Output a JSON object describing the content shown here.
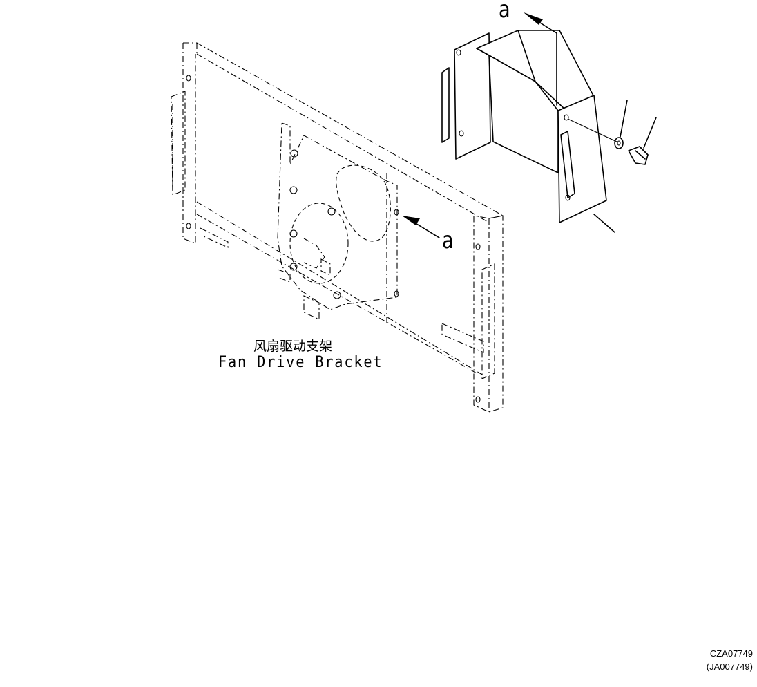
{
  "labels": {
    "part_name_cn": "风扇驱动支架",
    "part_name_en": "Fan Drive Bracket",
    "view_marker_top": "a",
    "view_marker_mid": "a"
  },
  "codes": {
    "illustration_code": "CZA07749",
    "illustration_code_alt": "(JA007749)"
  }
}
